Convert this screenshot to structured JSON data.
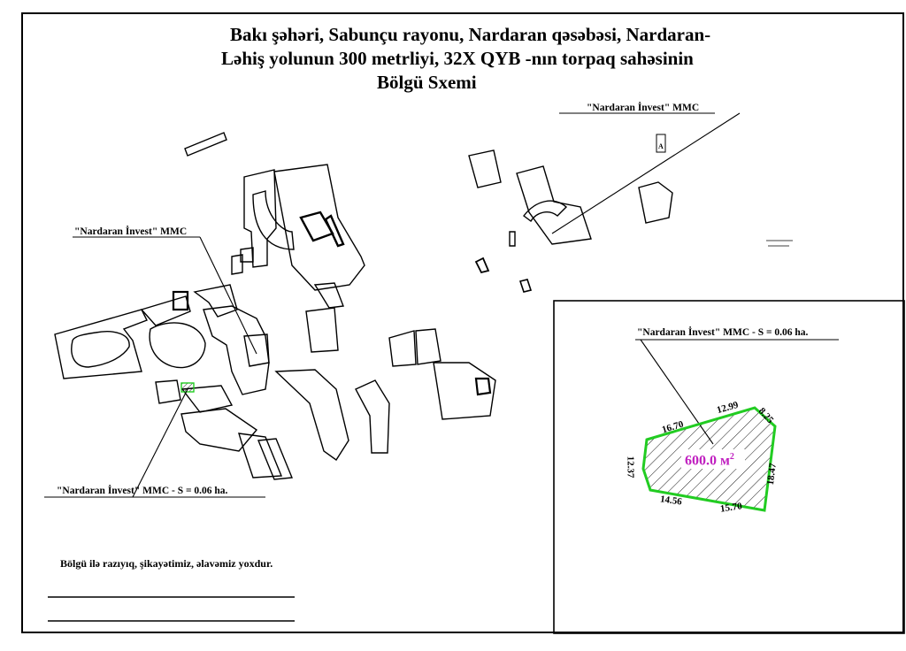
{
  "title": {
    "line1": "Bakı şəhəri, Sabunçu rayonu, Nardaran qəsəbəsi, Nardaran-",
    "line2": "Ləhiş yolunun 300 metrliyi, 32X  QYB -nın torpaq sahəsinin",
    "line3": "Bölgü Sxemi"
  },
  "labels": {
    "owner_top_right": "\"Nardaran İnvest\" MMC",
    "owner_left": "\"Nardaran İnvest\" MMC",
    "owner_bottom_left": "\"Nardaran İnvest\" MMC  -  S = 0.06 ha.",
    "owner_inset": "\"Nardaran İnvest\" MMC  -  S = 0.06 ha."
  },
  "inset": {
    "area_value": "600.0 м",
    "area_unit_exp": "2",
    "dimensions": {
      "d1": "16.70",
      "d2": "12.99",
      "d3": "8.25",
      "d4": "18.47",
      "d5": "15.70",
      "d6": "14.56",
      "d7": "12.37"
    }
  },
  "north_marker": "A",
  "signature": {
    "text": "Bölgü ilə razıyıq, şikayətimiz, əlavəmiz yoxdur."
  },
  "colors": {
    "parcel_outline": "#22cc22",
    "area_text": "#c020c0",
    "ink": "#000000"
  }
}
